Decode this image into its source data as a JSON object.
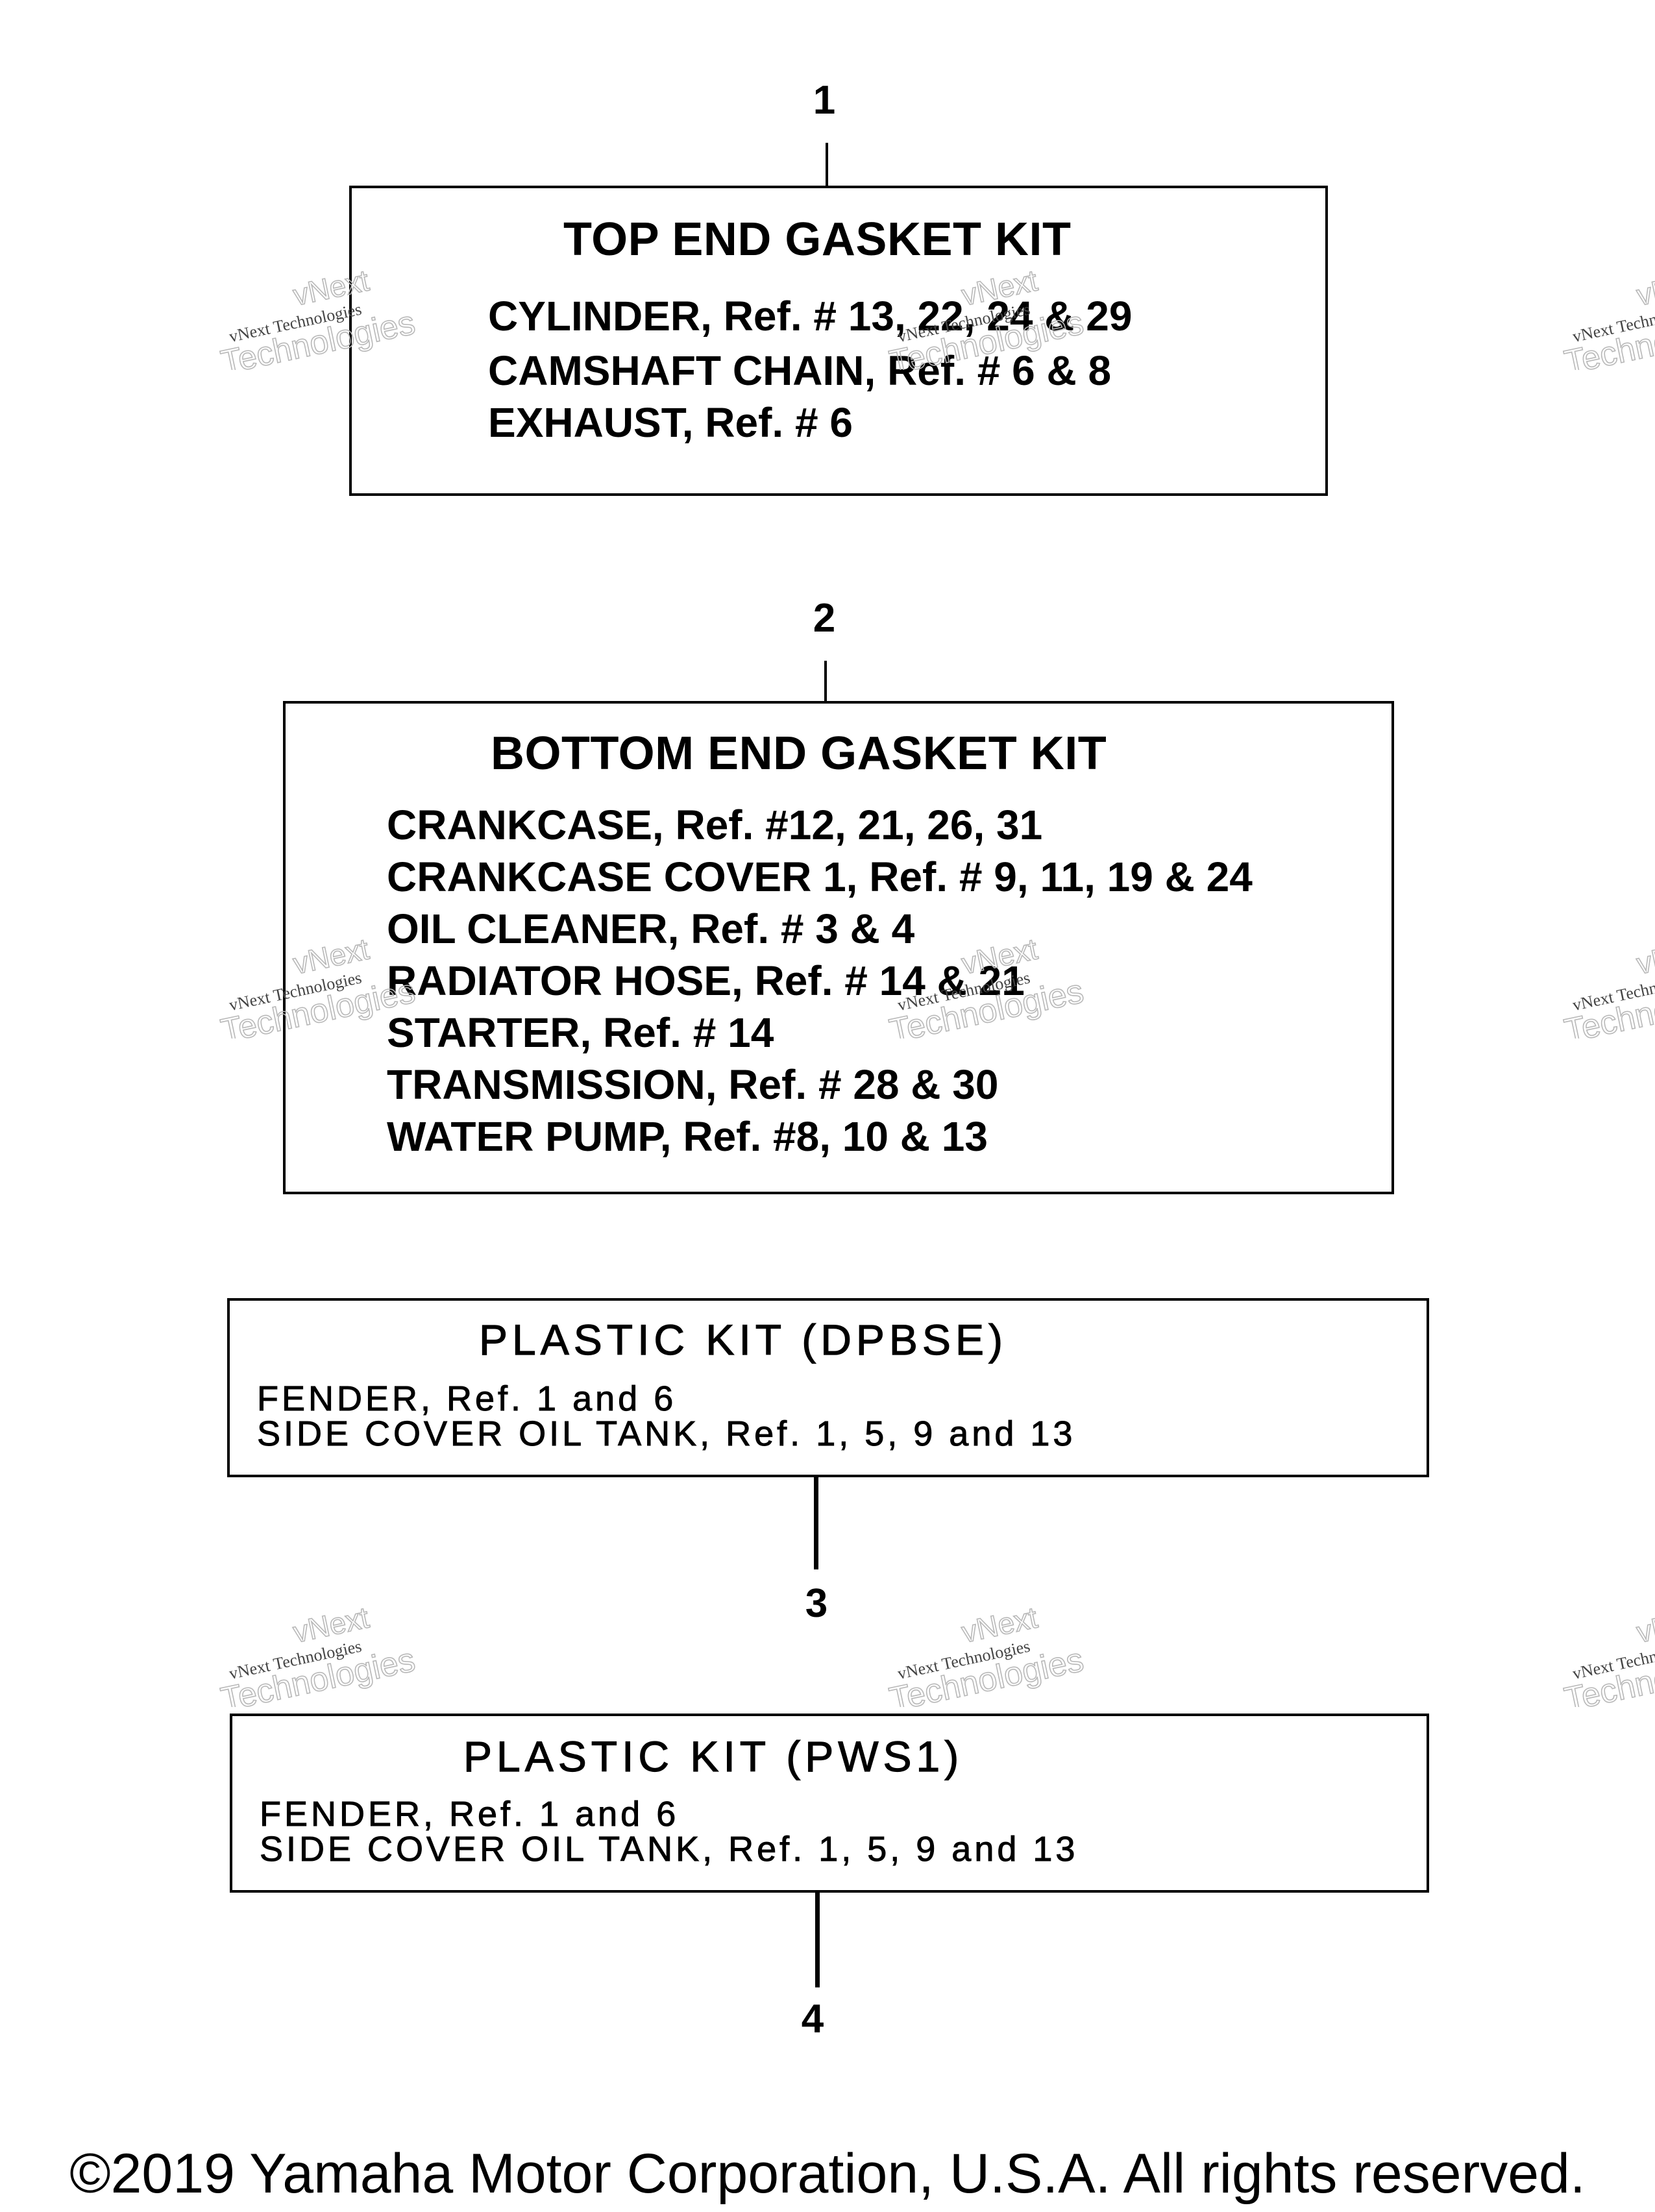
{
  "callouts": [
    "1",
    "2",
    "3",
    "4"
  ],
  "kits": [
    {
      "title": "TOP END GASKET KIT",
      "lines": [
        "CYLINDER, Ref. # 13, 22, 24 & 29",
        "CAMSHAFT CHAIN, Ref. # 6 & 8",
        "EXHAUST, Ref. # 6"
      ]
    },
    {
      "title": "BOTTOM END GASKET KIT",
      "lines": [
        "CRANKCASE, Ref. #12, 21, 26, 31",
        "CRANKCASE COVER 1, Ref. # 9, 11, 19 & 24",
        "OIL CLEANER, Ref. # 3 & 4",
        "RADIATOR HOSE, Ref. # 14 & 21",
        "STARTER, Ref. # 14",
        "TRANSMISSION, Ref. # 28 & 30",
        "WATER PUMP, Ref. #8, 10 & 13"
      ]
    },
    {
      "title": "PLASTIC KIT  (DPBSE)",
      "lines": [
        "FENDER, Ref. 1 and 6",
        "SIDE COVER OIL TANK,  Ref. 1, 5, 9 and 13"
      ]
    },
    {
      "title": "PLASTIC KIT  (PWS1)",
      "lines": [
        "FENDER, Ref. 1 and 6",
        "SIDE COVER OIL TANK, Ref. 1, 5, 9 and 13"
      ]
    }
  ],
  "watermark": {
    "line1": "vNext",
    "line2": "vNext Technologies",
    "line3": "Technologies",
    "color": "#b8b8b8"
  },
  "copyright": "©2019 Yamaha Motor Corporation, U.S.A. All rights reserved."
}
